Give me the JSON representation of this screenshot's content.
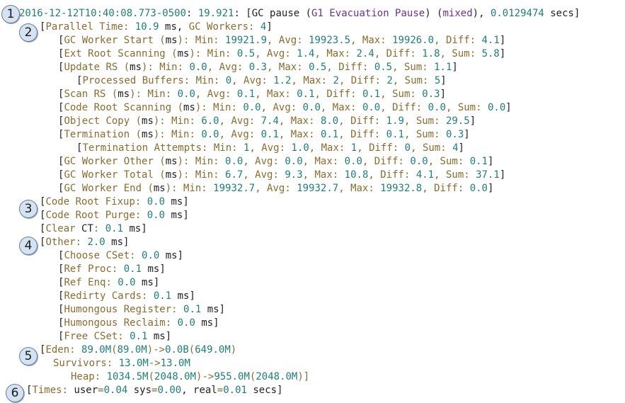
{
  "colors": {
    "text": "#8b6b2e",
    "keyword": "#6e2f92",
    "number": "#1f7f78",
    "plain": "#222222",
    "badge_fill": "#d4e2f2",
    "badge_border": "#6a7f96"
  },
  "callouts": [
    "1",
    "2",
    "3",
    "4",
    "5",
    "6"
  ],
  "log_lines": [
    [
      [
        "n",
        "2016-12-12T10:40:08.773-0500"
      ],
      [
        "p",
        ": "
      ],
      [
        "n",
        "19.921"
      ],
      [
        "p",
        ": ["
      ],
      [
        "p",
        "GC pause ("
      ],
      [
        "k",
        "G1 Evacuation Pause"
      ],
      [
        "p",
        ") ("
      ],
      [
        "k",
        "mixed"
      ],
      [
        "p",
        "), "
      ],
      [
        "n",
        "0.0129474"
      ],
      [
        "p",
        " secs]"
      ]
    ],
    [
      [
        "p",
        "["
      ],
      [
        "t",
        "Parallel Time: "
      ],
      [
        "n",
        "10.9"
      ],
      [
        "p",
        " ms, "
      ],
      [
        "t",
        "GC Workers: "
      ],
      [
        "n",
        "4"
      ],
      [
        "p",
        "]"
      ]
    ],
    [
      [
        "p",
        "["
      ],
      [
        "t",
        "GC Worker Start ("
      ],
      [
        "p",
        "ms"
      ],
      [
        "t",
        "): Min: "
      ],
      [
        "n",
        "19921.9"
      ],
      [
        "t",
        ", Avg: "
      ],
      [
        "n",
        "19923.5"
      ],
      [
        "t",
        ", Max: "
      ],
      [
        "n",
        "19926.0"
      ],
      [
        "t",
        ", Diff: "
      ],
      [
        "n",
        "4.1"
      ],
      [
        "p",
        "]"
      ]
    ],
    [
      [
        "p",
        "["
      ],
      [
        "t",
        "Ext Root Scanning ("
      ],
      [
        "p",
        "ms"
      ],
      [
        "t",
        "): Min: "
      ],
      [
        "n",
        "0.5"
      ],
      [
        "t",
        ", Avg: "
      ],
      [
        "n",
        "1.4"
      ],
      [
        "t",
        ", Max: "
      ],
      [
        "n",
        "2.4"
      ],
      [
        "t",
        ", Diff: "
      ],
      [
        "n",
        "1.8"
      ],
      [
        "t",
        ", Sum: "
      ],
      [
        "n",
        "5.8"
      ],
      [
        "p",
        "]"
      ]
    ],
    [
      [
        "p",
        "["
      ],
      [
        "t",
        "Update RS ("
      ],
      [
        "p",
        "ms"
      ],
      [
        "t",
        "): Min: "
      ],
      [
        "n",
        "0.0"
      ],
      [
        "t",
        ", Avg: "
      ],
      [
        "n",
        "0.3"
      ],
      [
        "t",
        ", Max: "
      ],
      [
        "n",
        "0.5"
      ],
      [
        "t",
        ", Diff: "
      ],
      [
        "n",
        "0.5"
      ],
      [
        "t",
        ", Sum: "
      ],
      [
        "n",
        "1.1"
      ],
      [
        "p",
        "]"
      ]
    ],
    [
      [
        "p",
        "["
      ],
      [
        "t",
        "Processed Buffers: Min: "
      ],
      [
        "n",
        "0"
      ],
      [
        "t",
        ", Avg: "
      ],
      [
        "n",
        "1.2"
      ],
      [
        "t",
        ", Max: "
      ],
      [
        "n",
        "2"
      ],
      [
        "t",
        ", Diff: "
      ],
      [
        "n",
        "2"
      ],
      [
        "t",
        ", Sum: "
      ],
      [
        "n",
        "5"
      ],
      [
        "p",
        "]"
      ]
    ],
    [
      [
        "p",
        "["
      ],
      [
        "t",
        "Scan RS ("
      ],
      [
        "p",
        "ms"
      ],
      [
        "t",
        "): Min: "
      ],
      [
        "n",
        "0.0"
      ],
      [
        "t",
        ", Avg: "
      ],
      [
        "n",
        "0.1"
      ],
      [
        "t",
        ", Max: "
      ],
      [
        "n",
        "0.1"
      ],
      [
        "t",
        ", Diff: "
      ],
      [
        "n",
        "0.1"
      ],
      [
        "t",
        ", Sum: "
      ],
      [
        "n",
        "0.3"
      ],
      [
        "p",
        "]"
      ]
    ],
    [
      [
        "p",
        "["
      ],
      [
        "t",
        "Code Root Scanning ("
      ],
      [
        "p",
        "ms"
      ],
      [
        "t",
        "): Min: "
      ],
      [
        "n",
        "0.0"
      ],
      [
        "t",
        ", Avg: "
      ],
      [
        "n",
        "0.0"
      ],
      [
        "t",
        ", Max: "
      ],
      [
        "n",
        "0.0"
      ],
      [
        "t",
        ", Diff: "
      ],
      [
        "n",
        "0.0"
      ],
      [
        "t",
        ", Sum: "
      ],
      [
        "n",
        "0.0"
      ],
      [
        "p",
        "]"
      ]
    ],
    [
      [
        "p",
        "["
      ],
      [
        "t",
        "Object Copy ("
      ],
      [
        "p",
        "ms"
      ],
      [
        "t",
        "): Min: "
      ],
      [
        "n",
        "6.0"
      ],
      [
        "t",
        ", Avg: "
      ],
      [
        "n",
        "7.4"
      ],
      [
        "t",
        ", Max: "
      ],
      [
        "n",
        "8.0"
      ],
      [
        "t",
        ", Diff: "
      ],
      [
        "n",
        "1.9"
      ],
      [
        "t",
        ", Sum: "
      ],
      [
        "n",
        "29.5"
      ],
      [
        "p",
        "]"
      ]
    ],
    [
      [
        "p",
        "["
      ],
      [
        "t",
        "Termination ("
      ],
      [
        "p",
        "ms"
      ],
      [
        "t",
        "): Min: "
      ],
      [
        "n",
        "0.0"
      ],
      [
        "t",
        ", Avg: "
      ],
      [
        "n",
        "0.1"
      ],
      [
        "t",
        ", Max: "
      ],
      [
        "n",
        "0.1"
      ],
      [
        "t",
        ", Diff: "
      ],
      [
        "n",
        "0.1"
      ],
      [
        "t",
        ", Sum: "
      ],
      [
        "n",
        "0.3"
      ],
      [
        "p",
        "]"
      ]
    ],
    [
      [
        "p",
        "["
      ],
      [
        "t",
        "Termination Attempts: Min: "
      ],
      [
        "n",
        "1"
      ],
      [
        "t",
        ", Avg: "
      ],
      [
        "n",
        "1.0"
      ],
      [
        "t",
        ", Max: "
      ],
      [
        "n",
        "1"
      ],
      [
        "t",
        ", Diff: "
      ],
      [
        "n",
        "0"
      ],
      [
        "t",
        ", Sum: "
      ],
      [
        "n",
        "4"
      ],
      [
        "p",
        "]"
      ]
    ],
    [
      [
        "p",
        "["
      ],
      [
        "t",
        "GC Worker Other ("
      ],
      [
        "p",
        "ms"
      ],
      [
        "t",
        "): Min: "
      ],
      [
        "n",
        "0.0"
      ],
      [
        "t",
        ", Avg: "
      ],
      [
        "n",
        "0.0"
      ],
      [
        "t",
        ", Max: "
      ],
      [
        "n",
        "0.0"
      ],
      [
        "t",
        ", Diff: "
      ],
      [
        "n",
        "0.0"
      ],
      [
        "t",
        ", Sum: "
      ],
      [
        "n",
        "0.1"
      ],
      [
        "p",
        "]"
      ]
    ],
    [
      [
        "p",
        "["
      ],
      [
        "t",
        "GC Worker Total ("
      ],
      [
        "p",
        "ms"
      ],
      [
        "t",
        "): Min: "
      ],
      [
        "n",
        "6.7"
      ],
      [
        "t",
        ", Avg: "
      ],
      [
        "n",
        "9.3"
      ],
      [
        "t",
        ", Max: "
      ],
      [
        "n",
        "10.8"
      ],
      [
        "t",
        ", Diff: "
      ],
      [
        "n",
        "4.1"
      ],
      [
        "t",
        ", Sum: "
      ],
      [
        "n",
        "37.1"
      ],
      [
        "p",
        "]"
      ]
    ],
    [
      [
        "p",
        "["
      ],
      [
        "t",
        "GC Worker End ("
      ],
      [
        "p",
        "ms"
      ],
      [
        "t",
        "): Min: "
      ],
      [
        "n",
        "19932.7"
      ],
      [
        "t",
        ", Avg: "
      ],
      [
        "n",
        "19932.7"
      ],
      [
        "t",
        ", Max: "
      ],
      [
        "n",
        "19932.8"
      ],
      [
        "t",
        ", Diff: "
      ],
      [
        "n",
        "0.0"
      ],
      [
        "p",
        "]"
      ]
    ],
    [
      [
        "p",
        "["
      ],
      [
        "t",
        "Code Root Fixup: "
      ],
      [
        "n",
        "0.0"
      ],
      [
        "p",
        " ms]"
      ]
    ],
    [
      [
        "p",
        "["
      ],
      [
        "t",
        "Code Root Purge: "
      ],
      [
        "n",
        "0.0"
      ],
      [
        "p",
        " ms]"
      ]
    ],
    [
      [
        "p",
        "["
      ],
      [
        "t",
        "Clear "
      ],
      [
        "p",
        "CT"
      ],
      [
        "t",
        ": "
      ],
      [
        "n",
        "0.1"
      ],
      [
        "p",
        " ms]"
      ]
    ],
    [
      [
        "p",
        "["
      ],
      [
        "t",
        "Other: "
      ],
      [
        "n",
        "2.0"
      ],
      [
        "p",
        " ms]"
      ]
    ],
    [
      [
        "p",
        "["
      ],
      [
        "t",
        "Choose CSet: "
      ],
      [
        "n",
        "0.0"
      ],
      [
        "p",
        " ms]"
      ]
    ],
    [
      [
        "p",
        "["
      ],
      [
        "t",
        "Ref Proc: "
      ],
      [
        "n",
        "0.1"
      ],
      [
        "p",
        " ms]"
      ]
    ],
    [
      [
        "p",
        "["
      ],
      [
        "t",
        "Ref Enq: "
      ],
      [
        "n",
        "0.0"
      ],
      [
        "p",
        " ms]"
      ]
    ],
    [
      [
        "p",
        "["
      ],
      [
        "t",
        "Redirty Cards: "
      ],
      [
        "n",
        "0.1"
      ],
      [
        "p",
        " ms]"
      ]
    ],
    [
      [
        "p",
        "["
      ],
      [
        "t",
        "Humongous Register: "
      ],
      [
        "n",
        "0.1"
      ],
      [
        "p",
        " ms]"
      ]
    ],
    [
      [
        "p",
        "["
      ],
      [
        "t",
        "Humongous Reclaim: "
      ],
      [
        "n",
        "0.0"
      ],
      [
        "p",
        " ms]"
      ]
    ],
    [
      [
        "p",
        "["
      ],
      [
        "t",
        "Free CSet: "
      ],
      [
        "n",
        "0.1"
      ],
      [
        "p",
        " ms]"
      ]
    ],
    [
      [
        "p",
        "["
      ],
      [
        "t",
        "Eden: "
      ],
      [
        "n",
        "89.0M"
      ],
      [
        "t",
        "("
      ],
      [
        "n",
        "89.0M"
      ],
      [
        "t",
        ")->"
      ],
      [
        "n",
        "0.0B"
      ],
      [
        "t",
        "("
      ],
      [
        "n",
        "649.0M"
      ],
      [
        "t",
        ")"
      ]
    ],
    [
      [
        "t",
        "Survivors: "
      ],
      [
        "n",
        "13.0M"
      ],
      [
        "t",
        "->"
      ],
      [
        "n",
        "13.0M"
      ]
    ],
    [
      [
        "t",
        "Heap: "
      ],
      [
        "n",
        "1034.5M"
      ],
      [
        "t",
        "("
      ],
      [
        "n",
        "2048.0M"
      ],
      [
        "t",
        ")->"
      ],
      [
        "n",
        "955.0M"
      ],
      [
        "t",
        "("
      ],
      [
        "n",
        "2048.0M"
      ],
      [
        "t",
        ")]"
      ]
    ],
    [
      [
        "p",
        "["
      ],
      [
        "t",
        "Times: "
      ],
      [
        "p",
        "user"
      ],
      [
        "t",
        "="
      ],
      [
        "n",
        "0.04"
      ],
      [
        "p",
        " sys"
      ],
      [
        "t",
        "="
      ],
      [
        "n",
        "0.00"
      ],
      [
        "p",
        ", real"
      ],
      [
        "t",
        "="
      ],
      [
        "n",
        "0.01"
      ],
      [
        "p",
        " secs]"
      ]
    ]
  ]
}
